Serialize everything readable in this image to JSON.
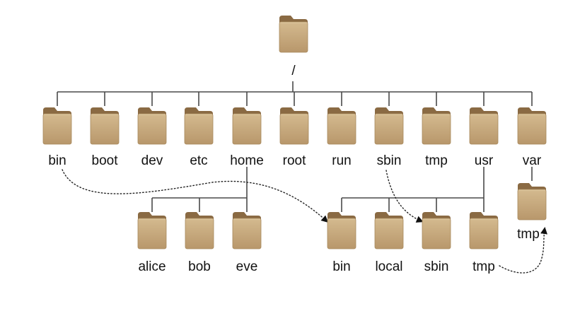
{
  "tree": {
    "root": {
      "label": "/"
    },
    "top_level": [
      "bin",
      "boot",
      "dev",
      "etc",
      "home",
      "root",
      "run",
      "sbin",
      "tmp",
      "usr",
      "var"
    ],
    "home_children": [
      "alice",
      "bob",
      "eve"
    ],
    "usr_children": [
      "bin",
      "local",
      "sbin",
      "tmp"
    ],
    "var_children": [
      "tmp"
    ]
  },
  "links": [
    {
      "from": "bin",
      "to": "usr/bin"
    },
    {
      "from": "sbin",
      "to": "usr/sbin"
    },
    {
      "from": "usr/tmp",
      "to": "var/tmp"
    }
  ],
  "icon": "folder-icon",
  "colors": {
    "folder_front": "#c8ab7e",
    "folder_back": "#8a6a43",
    "folder_edge": "#a88a5e",
    "tree_line": "#4a4a4a",
    "link": "#222222"
  }
}
